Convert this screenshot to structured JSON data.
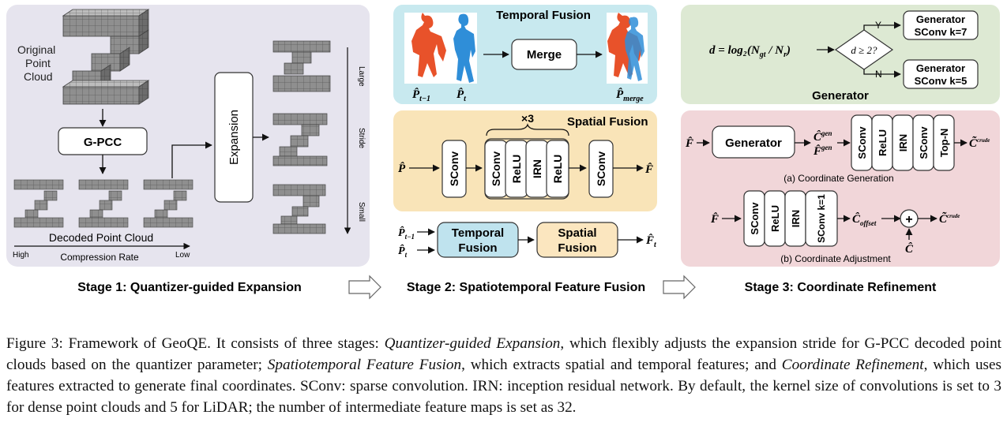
{
  "stage1": {
    "title": "Stage 1: Quantizer-guided Expansion",
    "original_label": [
      "Original",
      "Point",
      "Cloud"
    ],
    "gpcc": "G-PCC",
    "expansion": "Expansion",
    "decoded_label": "Decoded Point Cloud",
    "compression_rate": "Compression Rate",
    "high": "High",
    "low": "Low",
    "large": "Large",
    "stride": "Stride",
    "small": "Small"
  },
  "stage2": {
    "title": "Stage 2: Spatiotemporal Feature Fusion",
    "temporal_fusion_title": "Temporal Fusion",
    "merge": "Merge",
    "p_prev": "P̂",
    "p_prev_sub": "t−1",
    "p_cur": "P̂",
    "p_cur_sub": "t",
    "p_merge": "P̂",
    "p_merge_sub": "merge",
    "spatial_fusion_title": "Spatial Fusion",
    "repeat": "×3",
    "p_in": "P̂",
    "f_out": "F̂",
    "blocks": [
      "SConv",
      "SConv",
      "ReLU",
      "IRN",
      "ReLU",
      "SConv"
    ],
    "pipeline": {
      "in1": "P̂",
      "in1_sub": "t−1",
      "in2": "P̂",
      "in2_sub": "t",
      "temporal": [
        "Temporal",
        "Fusion"
      ],
      "spatial": [
        "Spatial",
        "Fusion"
      ],
      "out": "F̂",
      "out_sub": "t"
    }
  },
  "stage3": {
    "title": "Stage 3: Coordinate Refinement",
    "generator_title": "Generator",
    "formula": "d = log₂(N",
    "formula_gt": "gt",
    "formula_mid": " / N",
    "formula_r": "r",
    "formula_end": ")",
    "decision": "d ≥ 2?",
    "yes": "Y",
    "no": "N",
    "gen_k7": [
      "Generator",
      "SConv k=7"
    ],
    "gen_k5": [
      "Generator",
      "SConv k=5"
    ],
    "f_in": "F̂",
    "generator_box": "Generator",
    "c_gen": "Ĉ",
    "c_gen_sup": "gen",
    "f_gen": "F̂",
    "f_gen_sup": "gen",
    "gen_blocks": [
      "SConv",
      "ReLU",
      "IRN",
      "SConv",
      "Top-N"
    ],
    "c_crude": "C̃",
    "c_crude_sup": "crude",
    "sub_a": "(a) Coordinate Generation",
    "f_in2": "F̂",
    "adj_blocks": [
      "SConv",
      "ReLU",
      "IRN",
      "SConv k=1"
    ],
    "c_offset": "Ĉ",
    "c_offset_sub": "offset",
    "plus": "+",
    "c_hat": "Ĉ",
    "c_out": "C̃",
    "c_out_sup": "crude",
    "sub_b": "(b) Coordinate Adjustment"
  },
  "caption": {
    "p1": "Figure 3: Framework of GeoQE. It consists of three stages: ",
    "e1": "Quantizer-guided Expansion",
    "p2": ", which flexibly adjusts the expansion stride for G-PCC decoded point clouds based on the quantizer parameter; ",
    "e2": "Spatiotemporal Feature Fusion",
    "p3": ", which extracts spatial and temporal features; and ",
    "e3": "Coordinate Refinement",
    "p4": ", which uses features extracted to generate final coordinates. SConv: sparse convolution. IRN: inception residual network. By default, the kernel size of convolutions is set to 3 for dense point clouds and 5 for LiDAR; the number of intermediate feature maps is set as 32."
  },
  "colors": {
    "stage1_bg": "#e6e4ee",
    "temporal_bg": "#c8e9ef",
    "spatial_bg": "#f9e4b8",
    "generator_bg": "#dde9d3",
    "refine_bg": "#f1d6d9",
    "temporal_box": "#bfe3ee",
    "spatial_box": "#fbe6bf",
    "human_red": "#e8522a",
    "human_blue": "#2f8ed8",
    "cube": "#9a9a9a"
  }
}
